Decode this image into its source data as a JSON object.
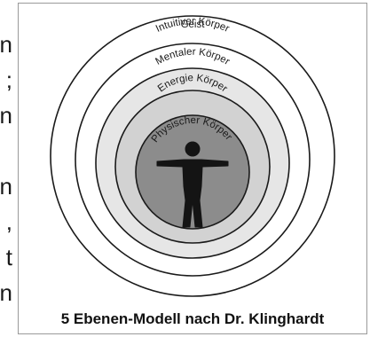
{
  "side_text": [
    "n",
    ";",
    "n",
    "",
    "n",
    ",",
    "t",
    "n"
  ],
  "diagram": {
    "caption": "5 Ebenen-Modell nach Dr. Klinghardt",
    "outer_label": "Geist",
    "ring_labels": {
      "intuitive": "Intuitiver Körper",
      "mental": "Mentaler Körper",
      "energy": "Energie Körper",
      "physical": "Physischer Körper"
    },
    "colors": {
      "outer_fill": "#ffffff",
      "ring2_fill": "#ffffff",
      "ring3_fill": "#e6e6e6",
      "ring4_fill": "#d2d2d2",
      "core_fill": "#8c8c8c",
      "figure": "#141414",
      "stroke": "#1a1a1a"
    }
  }
}
